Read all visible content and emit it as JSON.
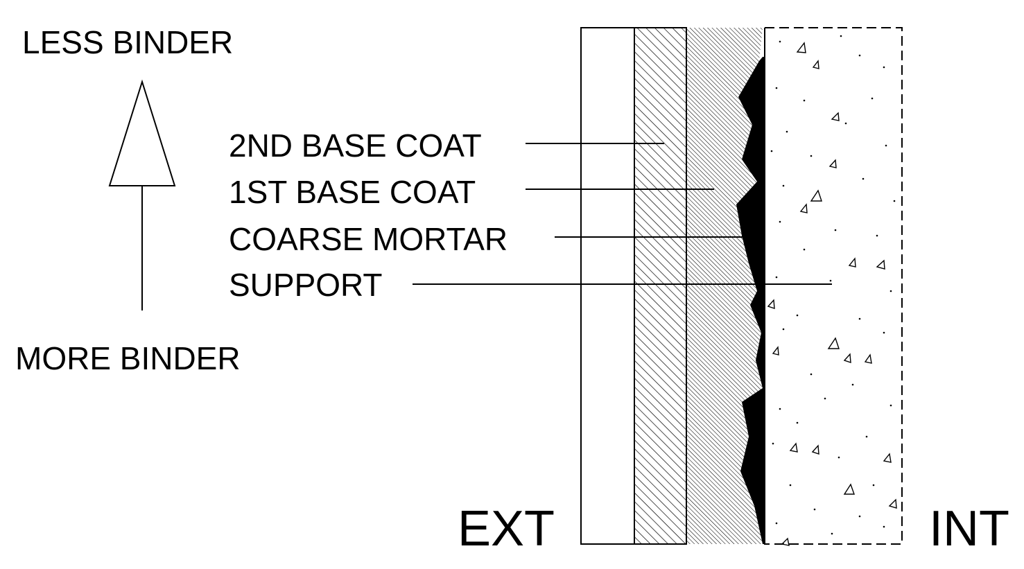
{
  "direction": {
    "top_label": "LESS BINDER",
    "bottom_label": "MORE BINDER"
  },
  "layers": {
    "second_base_coat": "2ND BASE COAT",
    "first_base_coat": "1ST BASE COAT",
    "coarse_mortar": "COARSE MORTAR",
    "support": "SUPPORT"
  },
  "sides": {
    "exterior": "EXT",
    "interior": "INT"
  }
}
